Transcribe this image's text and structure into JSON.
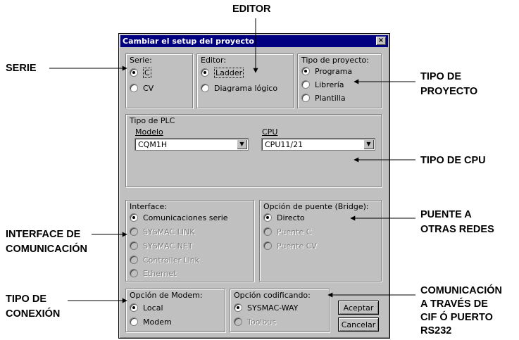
{
  "annotations": {
    "editor": "EDITOR",
    "serie": "SERIE",
    "tipo_proyecto_1": "TIPO DE",
    "tipo_proyecto_2": "PROYECTO",
    "tipo_cpu": "TIPO DE CPU",
    "interface_1": "INTERFACE DE",
    "interface_2": "COMUNICACIÓN",
    "puente_1": "PUENTE A",
    "puente_2": "OTRAS REDES",
    "conexion_1": "TIPO DE",
    "conexion_2": "CONEXIÓN",
    "cif_1": "COMUNICACIÓN",
    "cif_2": "A TRAVÉS DE",
    "cif_3": "CIF Ó PUERTO",
    "cif_4": "RS232"
  },
  "dialog": {
    "title": "Cambiar el setup del proyecto",
    "close_label": "×",
    "serie": {
      "label": "Serie:",
      "options": [
        {
          "label": "C",
          "selected": true
        },
        {
          "label": "CV",
          "selected": false
        }
      ]
    },
    "editor": {
      "label": "Editor:",
      "options": [
        {
          "label": "Ladder",
          "selected": true
        },
        {
          "label": "Diagrama lógico",
          "selected": false
        }
      ]
    },
    "tipo_proyecto": {
      "label": "Tipo de proyecto:",
      "options": [
        {
          "label": "Programa",
          "selected": true
        },
        {
          "label": "Librería",
          "selected": false
        },
        {
          "label": "Plantilla",
          "selected": false
        }
      ]
    },
    "tipo_plc": {
      "label": "Tipo de PLC",
      "modelo_label": "Modelo",
      "modelo_value": "CQM1H",
      "cpu_label": "CPU",
      "cpu_value": "CPU11/21"
    },
    "interface": {
      "label": "Interface:",
      "options": [
        {
          "label": "Comunicaciones serie",
          "selected": true,
          "enabled": true
        },
        {
          "label": "SYSMAC LINK",
          "selected": false,
          "enabled": false
        },
        {
          "label": "SYSMAC NET",
          "selected": false,
          "enabled": false
        },
        {
          "label": "Controller Link",
          "selected": false,
          "enabled": false
        },
        {
          "label": "Ethernet",
          "selected": false,
          "enabled": false
        }
      ]
    },
    "puente": {
      "label": "Opción de puente (Bridge):",
      "options": [
        {
          "label": "Directo",
          "selected": true,
          "enabled": true
        },
        {
          "label": "Puente C",
          "selected": false,
          "enabled": false
        },
        {
          "label": "Puente CV",
          "selected": false,
          "enabled": false
        }
      ]
    },
    "modem": {
      "label": "Opción de Modem:",
      "options": [
        {
          "label": "Local",
          "selected": true
        },
        {
          "label": "Modem",
          "selected": false
        }
      ]
    },
    "codificando": {
      "label": "Opción codificando:",
      "options": [
        {
          "label": "SYSMAC-WAY",
          "selected": true,
          "enabled": true
        },
        {
          "label": "Toolbus",
          "selected": false,
          "enabled": false
        }
      ]
    },
    "buttons": {
      "accept": "Aceptar",
      "cancel": "Cancelar"
    }
  }
}
